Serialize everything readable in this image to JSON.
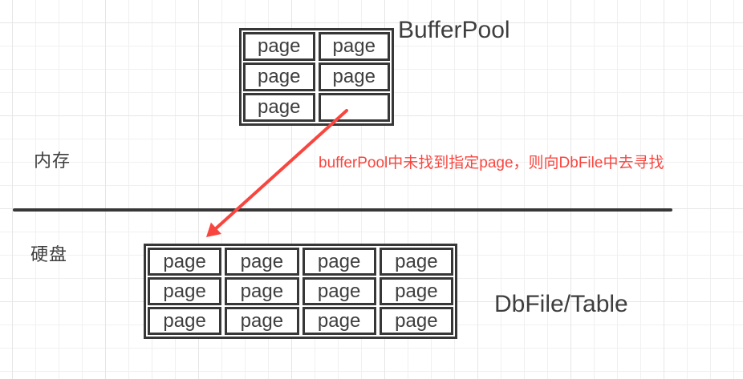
{
  "colors": {
    "ink": "#373737",
    "red": "#f8463f",
    "grid_minor": "#f0f0f0",
    "grid_major": "#e6e6e6",
    "canvas_bg": "#ffffff",
    "text": "#3e3e3e"
  },
  "memory_section": {
    "label": "内存"
  },
  "disk_section": {
    "label": "硬盘"
  },
  "buffer_pool": {
    "title": "BufferPool",
    "rows": 3,
    "cols": 2,
    "cells": [
      "page",
      "page",
      "page",
      "page",
      "page",
      ""
    ]
  },
  "db_file": {
    "title": "DbFile/Table",
    "rows": 3,
    "cols": 4,
    "cells": [
      "page",
      "page",
      "page",
      "page",
      "page",
      "page",
      "page",
      "page",
      "page",
      "page",
      "page",
      "page"
    ]
  },
  "annotation": {
    "text": "bufferPool中未找到指定page，则向DbFile中去寻找"
  }
}
